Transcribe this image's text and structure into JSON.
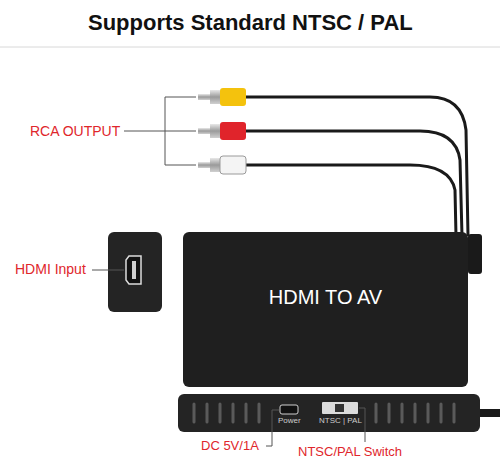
{
  "diagram": {
    "title": "Supports Standard NTSC / PAL",
    "nodes": [
      {
        "text": [
          "HDMI TO AV"
        ]
      }
    ],
    "labels": [
      "RCA OUTPUT",
      "HDMI Input",
      "Power",
      "NTSC | PAL",
      "DC 5V/1A",
      "NTSC/PAL Switch"
    ]
  }
}
